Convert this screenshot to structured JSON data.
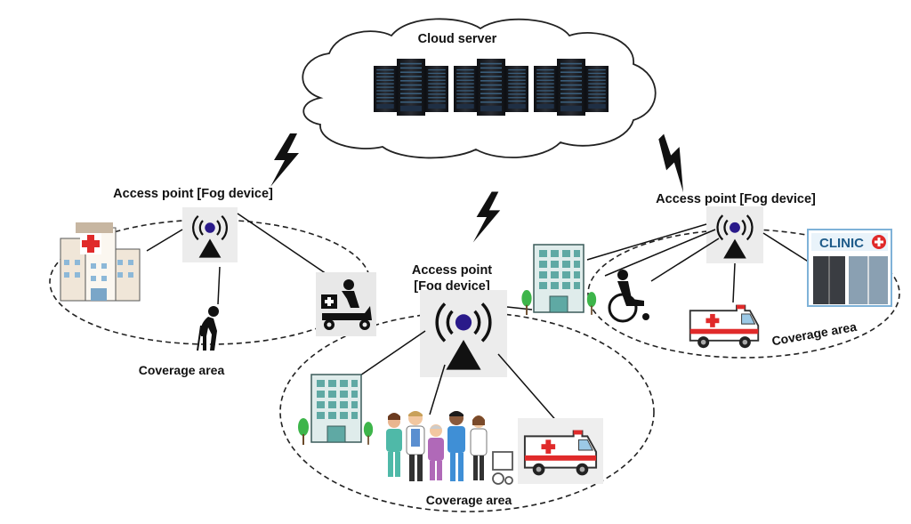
{
  "cloud": {
    "label": "Cloud server"
  },
  "access_points": {
    "left": "Access point [Fog device]",
    "right": "Access point [Fog device]",
    "center_line1": "Access point",
    "center_line2": "[Fog device]"
  },
  "coverage": {
    "left": "Coverage area",
    "center": "Coverage area",
    "right": "Coverage area"
  },
  "clinic_sign": "CLINIC",
  "colors": {
    "ellipse_stroke": "#222222",
    "tower_dot": "#2a1a8a",
    "tower_bg": "#ececec",
    "cloud_fill": "#ffffff",
    "server_dark": "#1b1d22",
    "hospital_red": "#e02a2a",
    "building_teal": "#5fa9a4",
    "tree_green": "#3db54a"
  },
  "icons": [
    "lightning-icon",
    "server-rack-icon",
    "access-point-tower-icon",
    "hospital-icon",
    "elderly-person-icon",
    "delivery-scooter-icon",
    "office-building-icon",
    "healthcare-workers-icon",
    "ambulance-icon",
    "wheelchair-user-icon",
    "clinic-icon",
    "tree-icon"
  ]
}
